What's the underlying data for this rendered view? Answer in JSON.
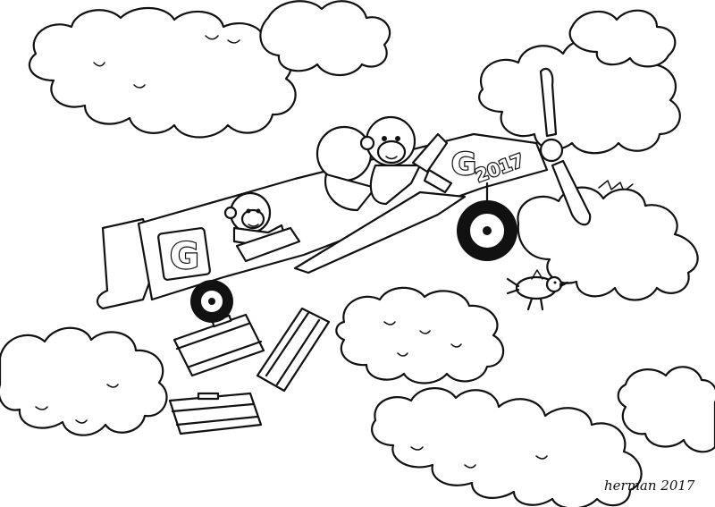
{
  "drawing": {
    "tail_letter": "G",
    "nose_letter": "G",
    "nose_year": "2017",
    "signature": "herman 2017"
  },
  "colors": {
    "ink": "#111111",
    "paper": "#ffffff"
  }
}
